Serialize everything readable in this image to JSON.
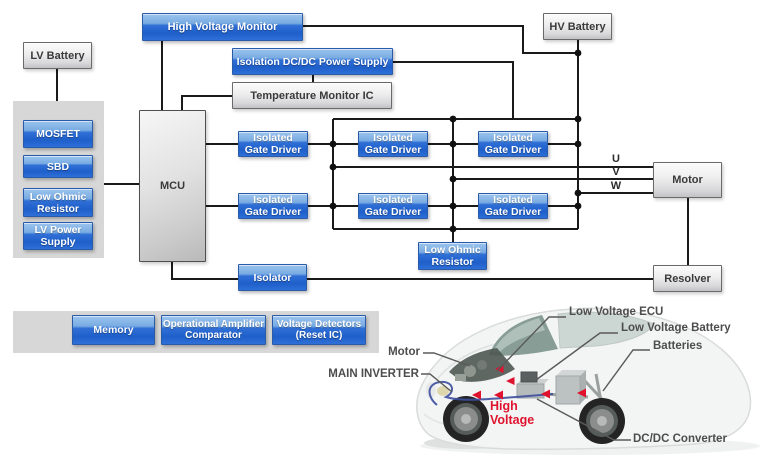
{
  "colors": {
    "block_blue": "#2264cf",
    "block_blue_light": "#9cc4ee",
    "block_gray": "#e0e0e0",
    "panel_gray": "#d7d7d7",
    "wire": "#1a1a1a",
    "accent_red": "#e0132f"
  },
  "blocks": {
    "lv_battery": {
      "label": "LV Battery"
    },
    "hv_battery": {
      "label": "HV Battery"
    },
    "high_voltage_monitor": {
      "label": "High Voltage Monitor"
    },
    "isolation_dcdc_power_supply": {
      "label": "Isolation DC/DC Power Supply"
    },
    "temperature_monitor_ic": {
      "label": "Temperature Monitor IC"
    },
    "mosfet": {
      "label": "MOSFET"
    },
    "sbd": {
      "label": "SBD"
    },
    "low_ohmic_resistor_left": {
      "line1": "Low Ohmic",
      "line2": "Resistor"
    },
    "lv_power_supply": {
      "line1": "LV Power",
      "line2": "Supply"
    },
    "mcu": {
      "label": "MCU"
    },
    "isolated_gate_driver": {
      "line1": "Isolated",
      "line2": "Gate Driver"
    },
    "low_ohmic_resistor_mid": {
      "line1": "Low Ohmic",
      "line2": "Resistor"
    },
    "isolator": {
      "label": "Isolator"
    },
    "motor": {
      "label": "Motor"
    },
    "resolver": {
      "label": "Resolver"
    },
    "memory": {
      "label": "Memory"
    },
    "op_amp_comparator": {
      "line1": "Operational Amplifier",
      "line2": "Comparator"
    },
    "voltage_detectors": {
      "line1": "Voltage Detectors",
      "line2": "(Reset IC)"
    }
  },
  "phase_labels": {
    "u": "U",
    "v": "V",
    "w": "W"
  },
  "car": {
    "labels": {
      "low_voltage_ecu": "Low Voltage ECU",
      "low_voltage_battery": "Low Voltage Battery",
      "batteries": "Batteries",
      "motor": "Motor",
      "main_inverter": "MAIN INVERTER",
      "high_voltage_line1": "High",
      "high_voltage_line2": "Voltage",
      "dcdc_converter": "DC/DC Converter"
    }
  }
}
